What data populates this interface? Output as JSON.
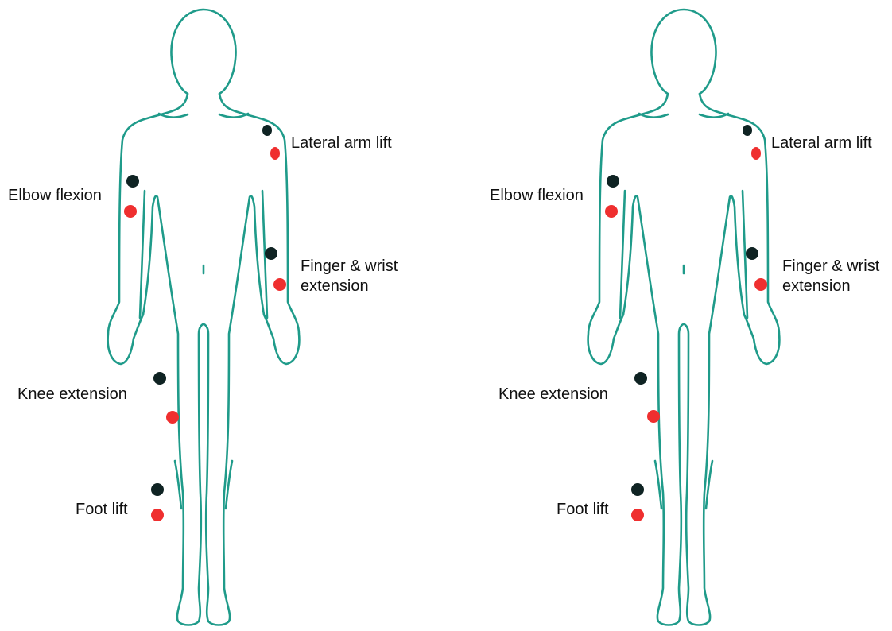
{
  "colors": {
    "outline": "#1f9b8a",
    "dot_dark": "#0f2323",
    "dot_red": "#ef2f2f",
    "text": "#111111"
  },
  "figures": [
    {
      "labels": {
        "lateral_arm_lift": "Lateral arm lift",
        "elbow_flexion": "Elbow flexion",
        "finger_wrist_line1": "Finger & wrist",
        "finger_wrist_line2": "extension",
        "knee_extension": "Knee extension",
        "foot_lift": "Foot lift"
      }
    },
    {
      "labels": {
        "lateral_arm_lift": "Lateral arm lift",
        "elbow_flexion": "Elbow flexion",
        "finger_wrist_line1": "Finger & wrist",
        "finger_wrist_line2": "extension",
        "knee_extension": "Knee extension",
        "foot_lift": "Foot lift"
      }
    }
  ]
}
